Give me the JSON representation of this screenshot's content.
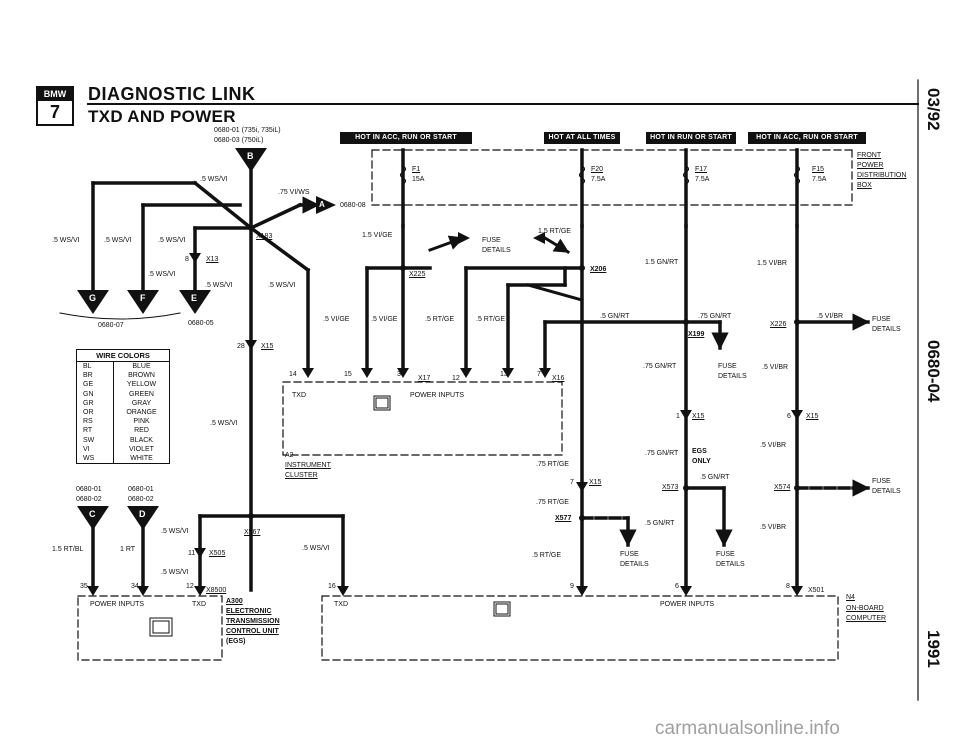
{
  "header": {
    "logo_top": "BMW",
    "logo_bottom": "7",
    "title": "DIAGNOSTIC LINK",
    "subtitle": "TXD AND POWER",
    "side_date": "03/92",
    "side_code": "0680-04",
    "side_year": "1991",
    "ref_line1": "0680-01 (735i, 735iL)",
    "ref_line2": "0680-03 (750iL)"
  },
  "hot_labels": [
    "HOT IN ACC, RUN OR START",
    "HOT AT ALL TIMES",
    "HOT IN RUN OR START",
    "HOT IN ACC, RUN OR START"
  ],
  "fuses": {
    "f1": {
      "name": "F1",
      "rating": "15A"
    },
    "f20": {
      "name": "F20",
      "rating": "7.5A"
    },
    "f17": {
      "name": "F17",
      "rating": "7.5A"
    },
    "f15": {
      "name": "F15",
      "rating": "7.5A"
    },
    "box": [
      "FRONT",
      "POWER",
      "DISTRIBUTION",
      "BOX"
    ]
  },
  "connectors": {
    "b": "B",
    "a": "A",
    "g": "G",
    "f": "F",
    "e": "E",
    "c": "C",
    "d": "D",
    "a_ref": "0680-08",
    "g_ref": "0680-07",
    "e_ref": "0680-05",
    "c_ref1": "0680-01",
    "c_ref2": "0680-02",
    "d_ref1": "0680-01",
    "d_ref2": "0680-02"
  },
  "splices": {
    "x183": "X183",
    "x13": "X13",
    "x15a": "X15",
    "x225": "X225",
    "x206": "X206",
    "x199": "X199",
    "x226": "X226",
    "x17": "X17",
    "x16": "X16",
    "x15b": "X15",
    "x15c": "X15",
    "x15d": "X15",
    "x573": "X573",
    "x574": "X574",
    "x577": "X577",
    "x567": "X567",
    "x505": "X505",
    "x8500": "X8500",
    "x501": "X501"
  },
  "wires": {
    "ws_vi": ".5 WS/VI",
    "ws_vi_75": ".75 VI/WS",
    "vi_ge_15": "1.5 VI/GE",
    "rt_ge_15": "1.5 RT/GE",
    "gn_rt_15": "1.5 GN/RT",
    "vi_br_15": "1.5 VI/BR",
    "vi_ge": ".5 VI/GE",
    "rt_ge": ".5 RT/GE",
    "gn_rt": ".5 GN/RT",
    "gn_rt_75": ".75 GN/RT",
    "vi_br": ".5 VI/BR",
    "rt_ge_75": ".75 RT/GE",
    "rt_bl_15": "1.5 RT/BL",
    "rt_1": "1 RT"
  },
  "pins": {
    "p14": "14",
    "p15": "15",
    "p3": "3",
    "p12": "12",
    "p13": "13",
    "p7": "7",
    "p28": "28",
    "p8": "8",
    "p1": "1",
    "p6": "6",
    "p7b": "7",
    "p11": "11",
    "p35": "35",
    "p34": "34",
    "p12b": "12",
    "p16": "16",
    "p9": "9",
    "p6b": "6",
    "p8b": "8"
  },
  "components": {
    "cluster_txd": "TXD",
    "cluster_power": "POWER INPUTS",
    "cluster_id": "A2",
    "cluster_name1": "INSTRUMENT",
    "cluster_name2": "CLUSTER",
    "egs_power": "POWER INPUTS",
    "egs_txd": "TXD",
    "egs_id": "A300",
    "egs_name1": "ELECTRONIC",
    "egs_name2": "TRANSMISSION",
    "egs_name3": "CONTROL UNIT",
    "egs_name4": "(EGS)",
    "obc_txd": "TXD",
    "obc_power": "POWER INPUTS",
    "obc_id": "N4",
    "obc_name1": "ON-BOARD",
    "obc_name2": "COMPUTER",
    "egs_only1": "EGS",
    "egs_only2": "ONLY"
  },
  "fuse_details": {
    "fd1a": "FUSE",
    "fd1b": "DETAILS",
    "fd2a": "FUSE",
    "fd2b": "DETAILS",
    "fd3a": "FUSE",
    "fd3b": "DETAILS",
    "fd4a": "FUSE",
    "fd4b": "DETAILS",
    "fd5a": "FUSE",
    "fd5b": "DETAILS",
    "fd6a": "FUSE",
    "fd6b": "DETAILS"
  },
  "wire_colors": {
    "title": "WIRE COLORS",
    "rows": [
      [
        "BL",
        "BLUE"
      ],
      [
        "BR",
        "BROWN"
      ],
      [
        "GE",
        "YELLOW"
      ],
      [
        "GN",
        "GREEN"
      ],
      [
        "GR",
        "GRAY"
      ],
      [
        "OR",
        "ORANGE"
      ],
      [
        "RS",
        "PINK"
      ],
      [
        "RT",
        "RED"
      ],
      [
        "SW",
        "BLACK"
      ],
      [
        "VI",
        "VIOLET"
      ],
      [
        "WS",
        "WHITE"
      ]
    ]
  },
  "watermark": "carmanualsonline.info"
}
